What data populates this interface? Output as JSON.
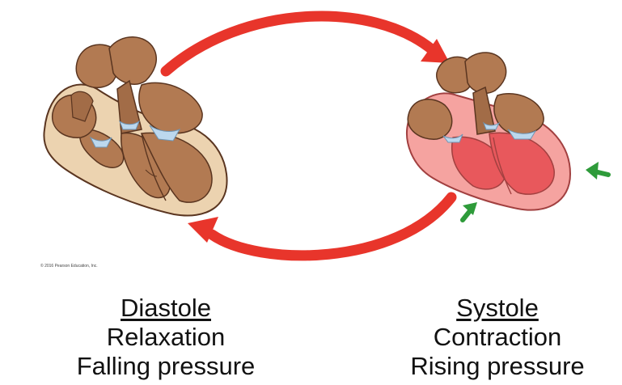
{
  "copyright": "© 2016 Pearson Education, Inc.",
  "diastole": {
    "title": "Diastole",
    "line1": "Relaxation",
    "line2": "Falling pressure"
  },
  "systole": {
    "title": "Systole",
    "line1": "Contraction",
    "line2": "Rising pressure"
  },
  "colors": {
    "arrow_red": "#e8352b",
    "arrow_green": "#2e9b3a",
    "heart_brown": "#b27a52",
    "heart_dark": "#5a3520",
    "myocardium_pale": "#ecd3b0",
    "systole_red": "#e8585c",
    "systole_pink": "#f5a3a0",
    "valve_blue": "#bcd8ee"
  }
}
